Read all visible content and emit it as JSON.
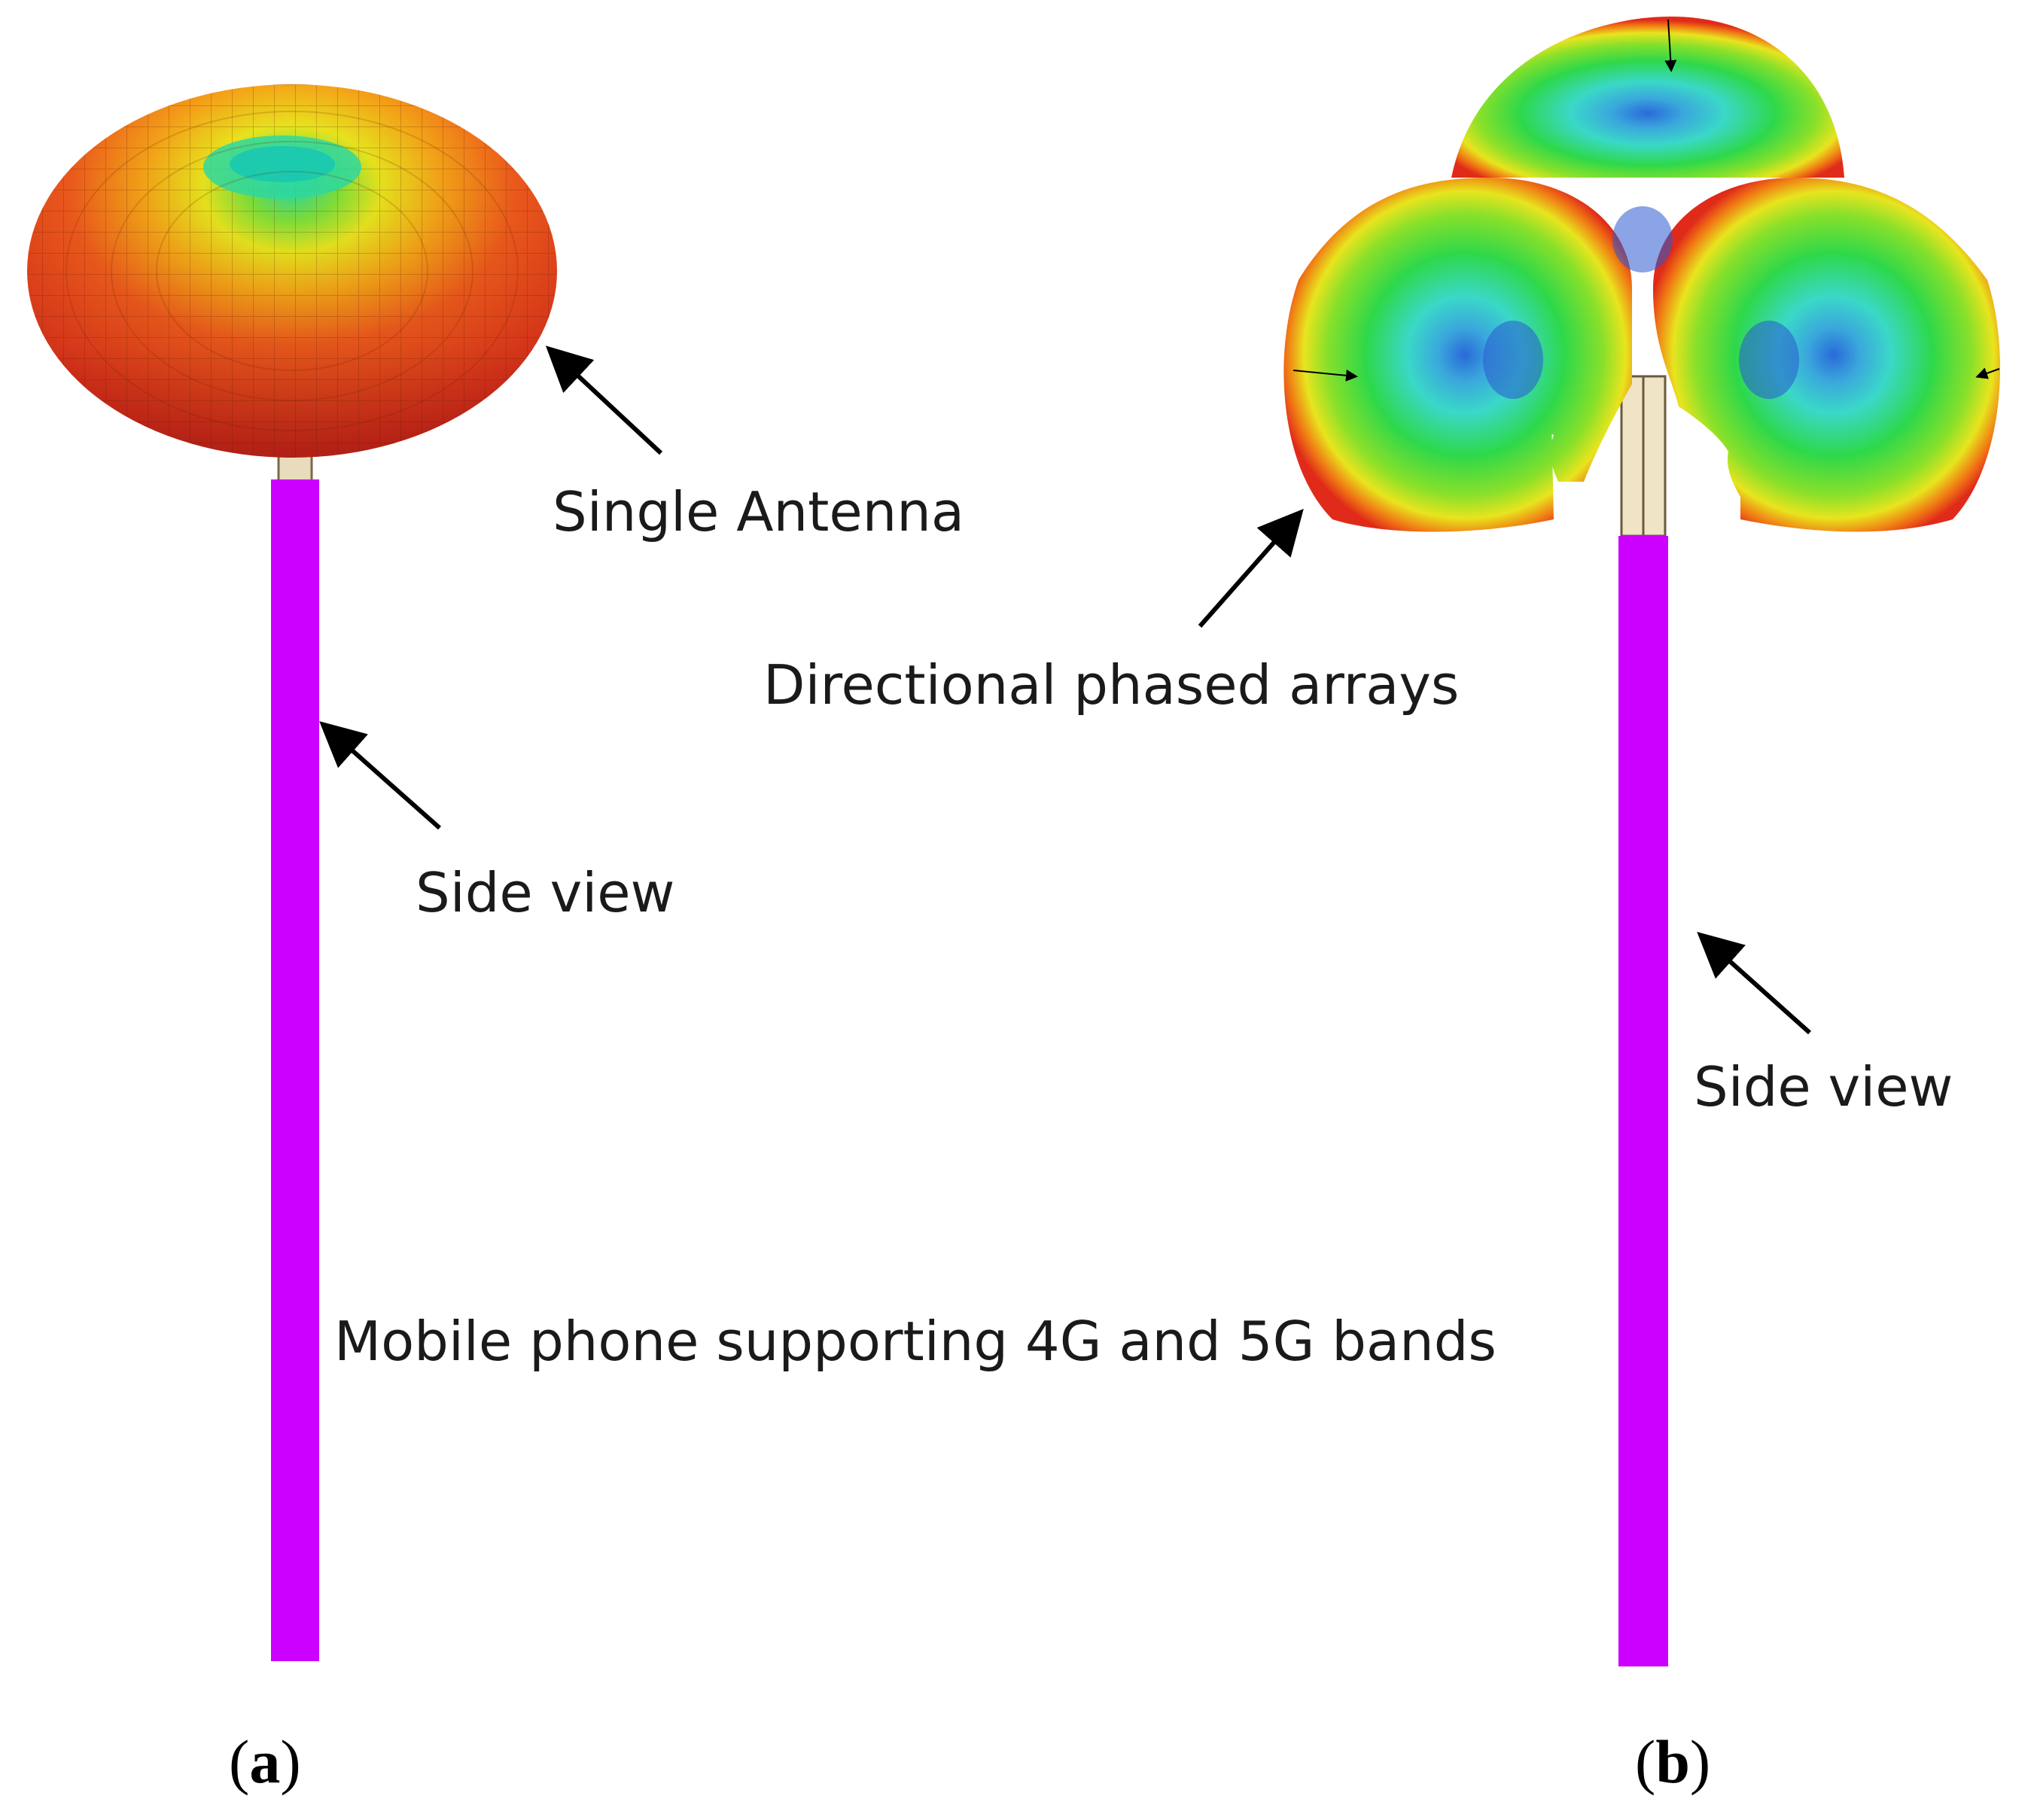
{
  "labels": {
    "single_antenna": "Single Antenna",
    "side_view_a": "Side view",
    "directional_arrays": "Directional phased arrays",
    "side_view_b": "Side view",
    "mobile_phone": "Mobile phone supporting 4G and 5G bands"
  },
  "panels": {
    "a_letter": "a",
    "b_letter": "b"
  },
  "colors": {
    "phone_body": "#cc00ff",
    "antenna_stem": "#e8dcbc",
    "arrow": "#000000",
    "heat_high": "#e8321e",
    "heat_mid": "#f07a14",
    "heat_yellow": "#e8e41e",
    "heat_green": "#2ed84a",
    "heat_cyan": "#3ad8c8",
    "heat_blue": "#2a7ad8"
  }
}
